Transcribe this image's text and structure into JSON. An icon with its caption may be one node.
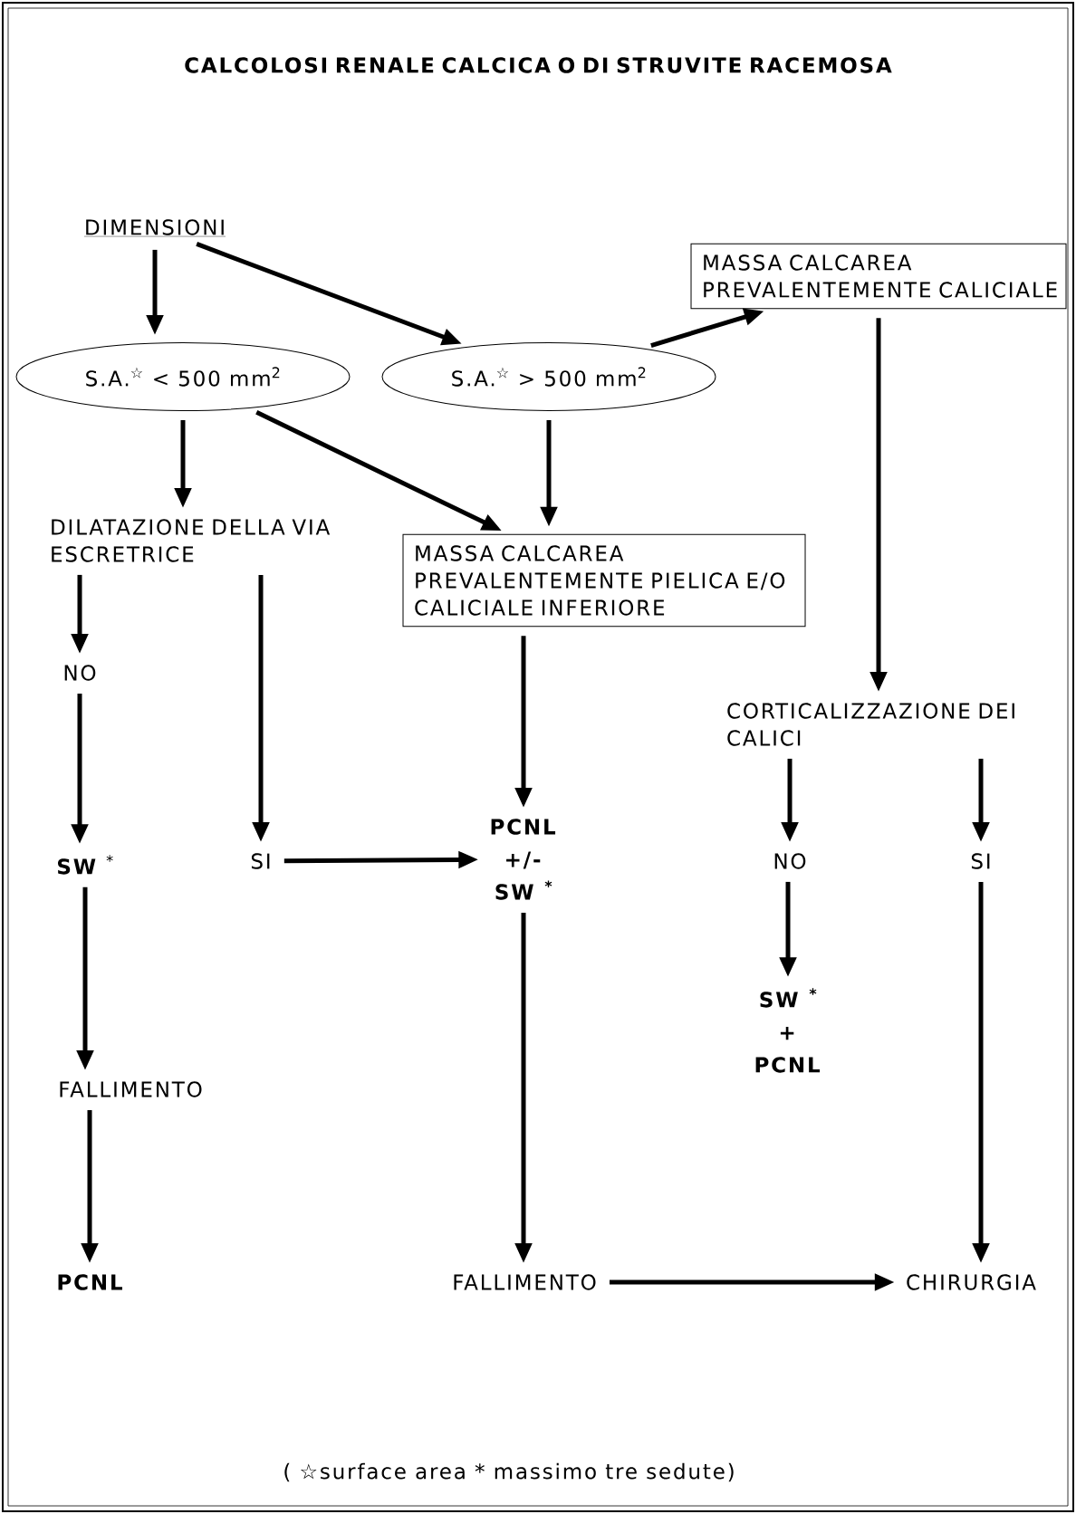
{
  "diagram": {
    "title": "CALCOLOSI RENALE CALCICA O DI STRUVITE RACEMOSA",
    "nodes": [
      {
        "text": [
          "DIMENSIONI"
        ]
      },
      {
        "text": [
          "S.A.$^{☆}$ < 500 mm$^{2}$"
        ]
      },
      {
        "text": [
          "S.A.$^{☆}$ > 500 mm$^{2}$"
        ]
      },
      {
        "text": [
          "MASSA CALCAREA PREVALENTEMENTE CALICIALE"
        ]
      },
      {
        "text": [
          "DILATAZIONE DELLA VIA ESCRETRICE"
        ]
      },
      {
        "text": [
          "MASSA CALCAREA PREVALENTEMENTE PIELICA E/O CALICIALE INFERIORE"
        ]
      },
      {
        "text": [
          "NO"
        ]
      },
      {
        "text": [
          "SI"
        ]
      },
      {
        "text": [
          "**SW** $^{*}$"
        ]
      },
      {
        "text": [
          "**PCNL**",
          "**+/-**",
          "**SW** $^{*}$"
        ]
      },
      {
        "text": [
          "CORTICALIZZAZIONE DEI CALICI"
        ]
      },
      {
        "text": [
          "FALLIMENTO"
        ]
      },
      {
        "text": [
          "NO"
        ]
      },
      {
        "text": [
          "SI"
        ]
      },
      {
        "text": [
          "**SW** $^{*}$",
          "**+**",
          "**PCNL**"
        ]
      },
      {
        "text": [
          "PCNL"
        ]
      },
      {
        "text": [
          "FALLIMENTO"
        ]
      },
      {
        "text": [
          "CHIRURGIA"
        ]
      }
    ],
    "edges": [
      {
        "from": 0,
        "to": 1,
        "arrow": "to"
      },
      {
        "from": 0,
        "to": 2,
        "arrow": "to"
      },
      {
        "from": 2,
        "to": 3,
        "arrow": "to"
      },
      {
        "from": 1,
        "to": 4,
        "arrow": "to"
      },
      {
        "from": 1,
        "to": 5,
        "arrow": "to"
      },
      {
        "from": 2,
        "to": 5,
        "arrow": "to"
      },
      {
        "from": 3,
        "to": 10,
        "arrow": "to"
      },
      {
        "from": 4,
        "to": 6,
        "arrow": "to"
      },
      {
        "from": 4,
        "to": 7,
        "arrow": "to"
      },
      {
        "from": 5,
        "to": 9,
        "arrow": "to"
      },
      {
        "from": 6,
        "to": 8,
        "arrow": "to"
      },
      {
        "from": 7,
        "to": 9,
        "arrow": "to"
      },
      {
        "from": 8,
        "to": 11,
        "arrow": "to"
      },
      {
        "from": 11,
        "to": 15,
        "arrow": "to"
      },
      {
        "from": 10,
        "to": 12,
        "arrow": "to"
      },
      {
        "from": 10,
        "to": 13,
        "arrow": "to"
      },
      {
        "from": 12,
        "to": 14,
        "arrow": "to"
      },
      {
        "from": 9,
        "to": 16,
        "arrow": "to"
      },
      {
        "from": 13,
        "to": 17,
        "arrow": "to"
      },
      {
        "from": 16,
        "to": 17,
        "arrow": "to"
      }
    ],
    "caption": "( ☆surface area   * massimo tre sedute)"
  }
}
